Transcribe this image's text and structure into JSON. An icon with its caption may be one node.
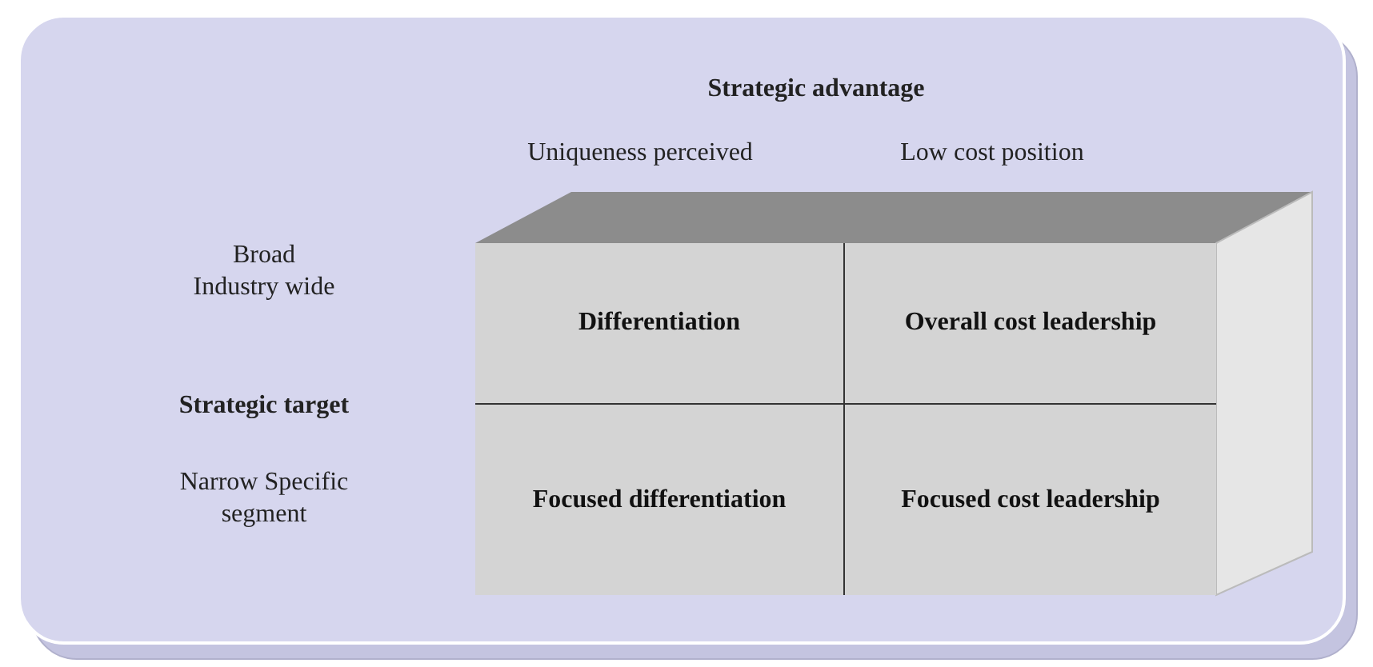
{
  "diagram": {
    "nodes": [
      {
        "text": [
          "Differentiation"
        ]
      },
      {
        "text": [
          "Overall cost leadership"
        ]
      },
      {
        "text": [
          "Focused differentiation"
        ]
      },
      {
        "text": [
          "Focused cost leadership"
        ]
      }
    ],
    "labels": [
      "Strategic advantage",
      "Uniqueness perceived",
      "Low cost position",
      "Broad Industry wide",
      "Strategic target",
      "Narrow Specific segment"
    ]
  }
}
